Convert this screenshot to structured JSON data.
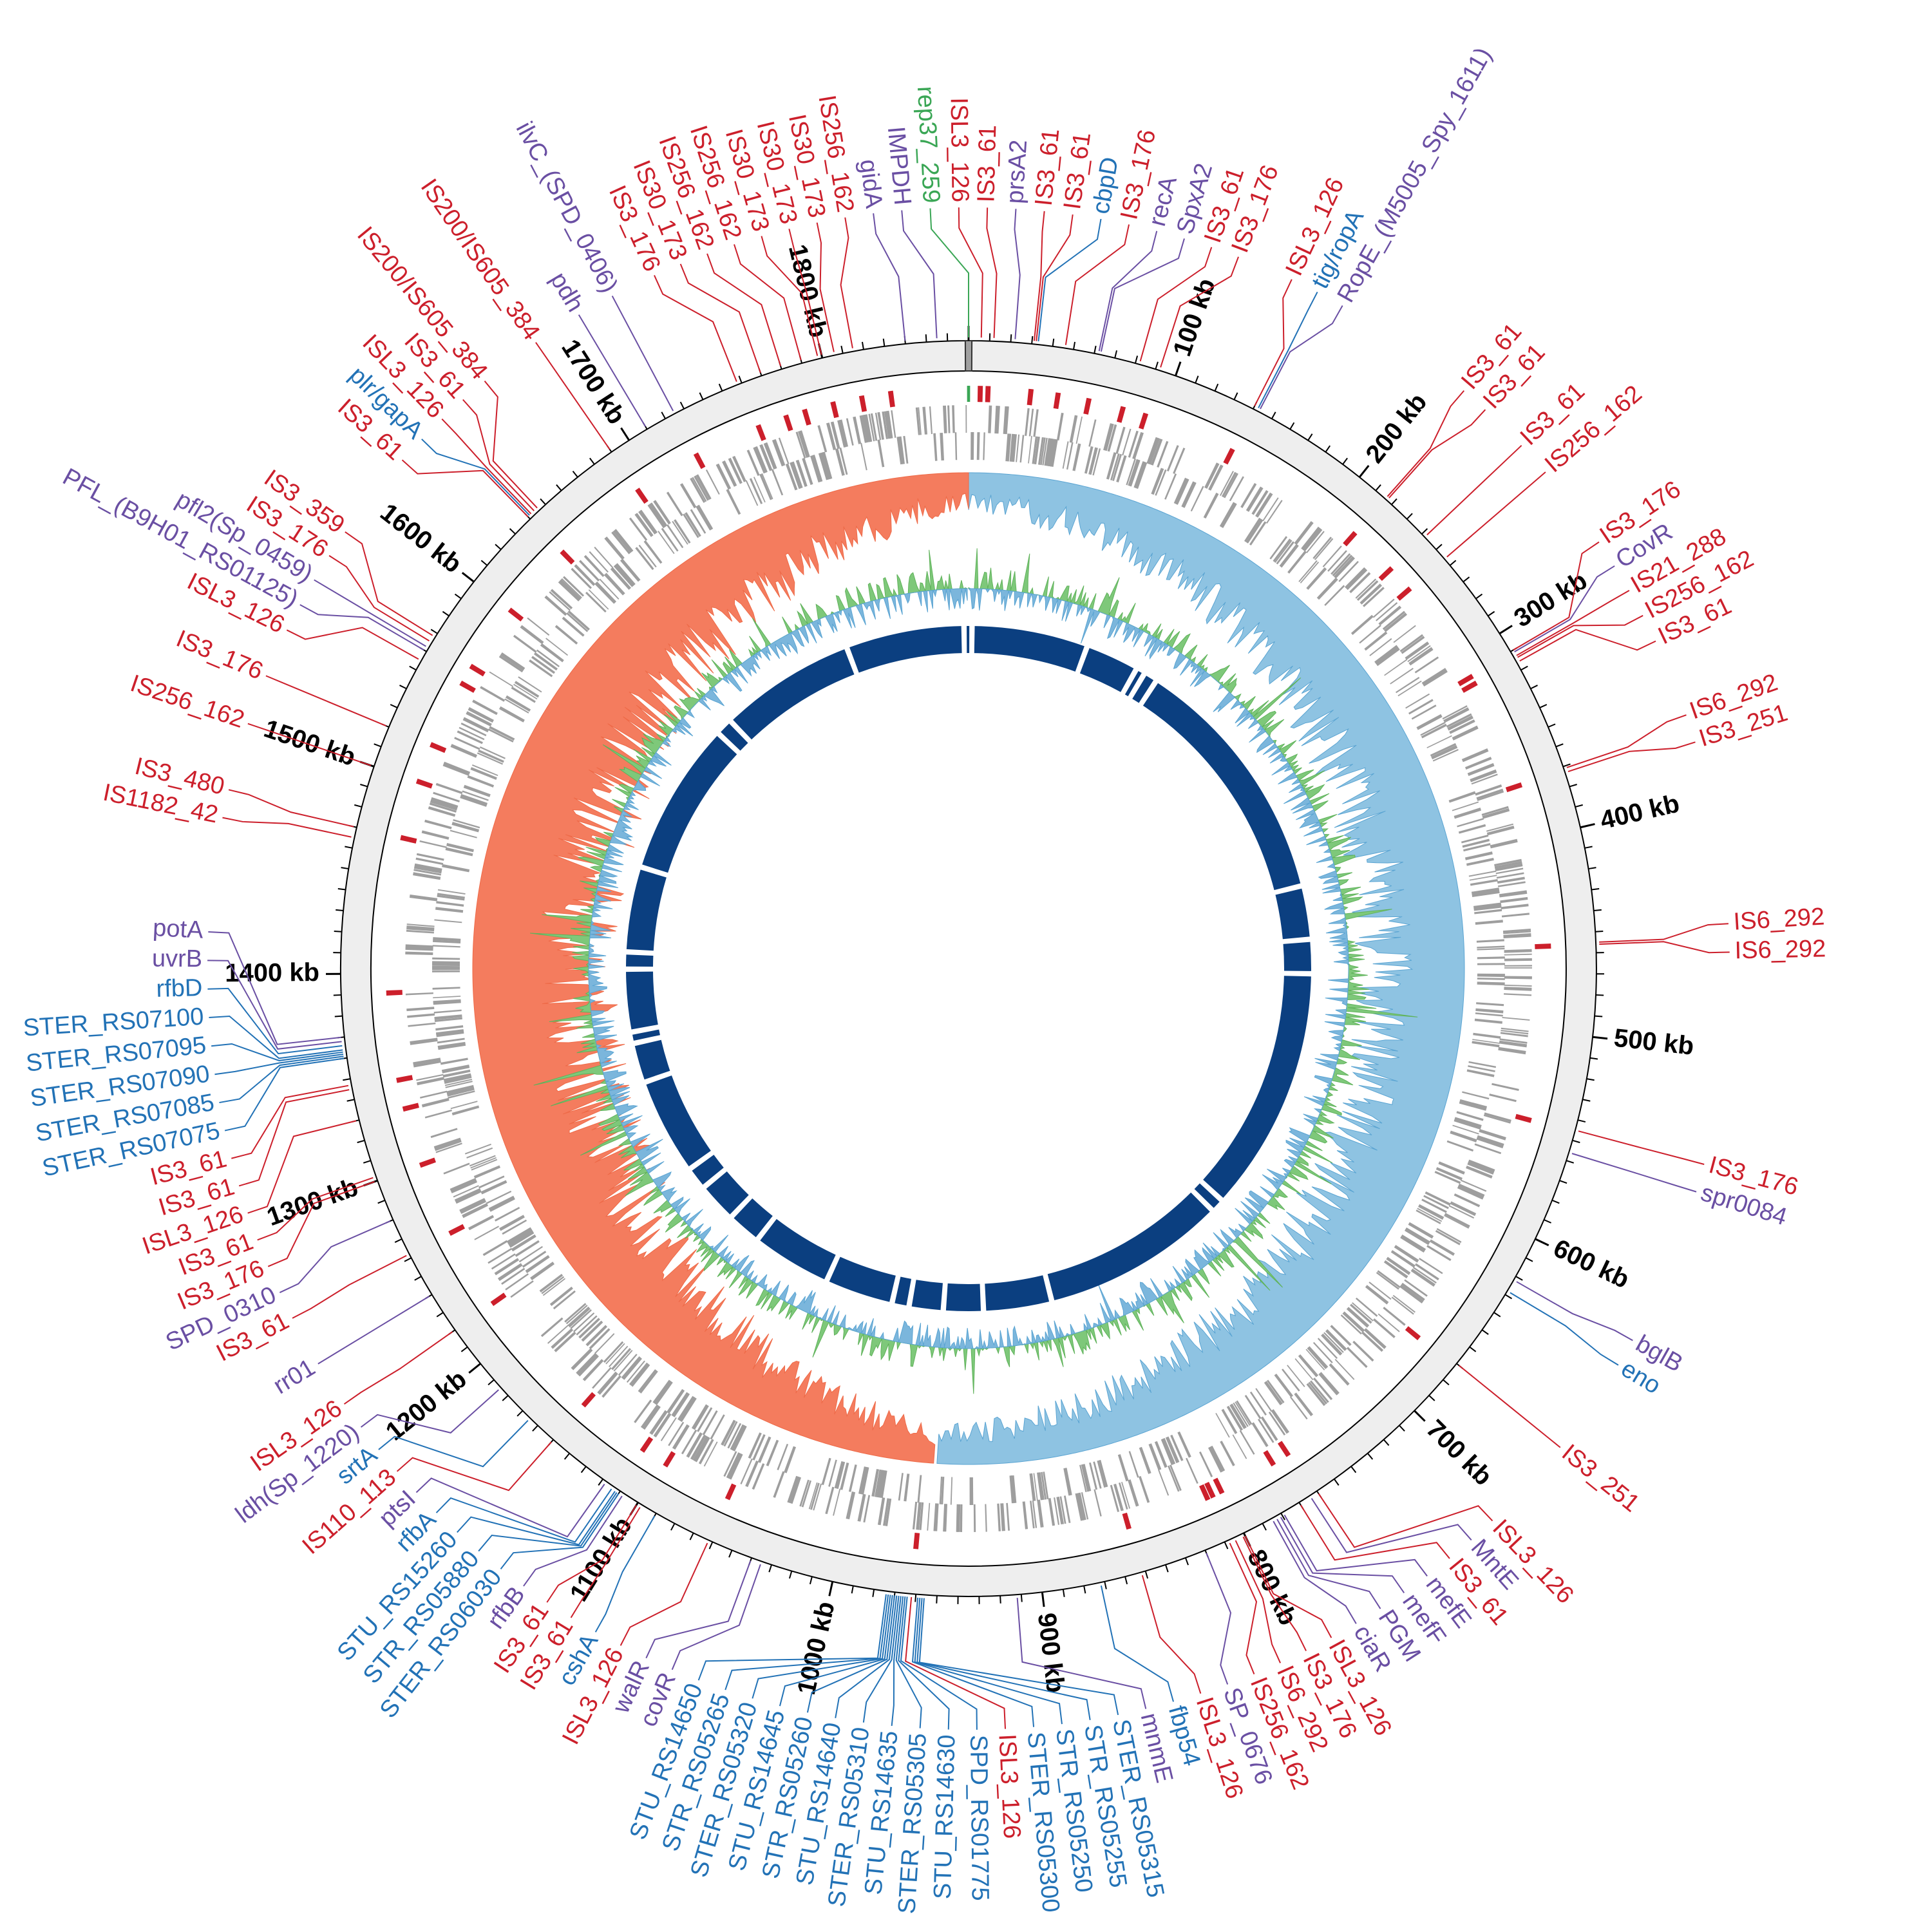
{
  "chart_data": {
    "type": "circos",
    "genome_length_kb": 1870,
    "tick_major_kb": 100,
    "tick_minor_kb": 10,
    "tick_labels": [
      "100 kb",
      "200 kb",
      "300 kb",
      "400 kb",
      "500 kb",
      "600 kb",
      "700 kb",
      "800 kb",
      "900 kb",
      "1000 kb",
      "1100 kb",
      "1200 kb",
      "1300 kb",
      "1400 kb",
      "1500 kb",
      "1600 kb",
      "1700 kb",
      "1800 kb"
    ],
    "colors": {
      "IS": "#cc1f2b",
      "gene": "#6a4fa3",
      "locus": "#2272b6",
      "plasmid": "#3aa655",
      "outer_ring": "#eeeeee",
      "genes_track": "#9e9e9e",
      "skew_positive": "#8ec3e2",
      "skew_negative": "#f47c5e",
      "gc_positive": "#7ec87a",
      "gc_negative": "#7bb6dc",
      "contigs": "#0b3f80"
    },
    "skew_switch_kb": 955,
    "contig_gaps_kb": [
      3,
      105,
      152,
      160,
      172,
      395,
      442,
      472,
      688,
      700,
      862,
      922,
      957,
      987,
      1002,
      1062,
      1132,
      1162,
      1197,
      1217,
      1302,
      1337,
      1347,
      1402,
      1417,
      1492,
      1627,
      1642,
      1762,
      1866
    ],
    "is_marks_kb": [
      6,
      10,
      32,
      46,
      62,
      80,
      92,
      140,
      216,
      242,
      256,
      311,
      315,
      372,
      456,
      546,
      672,
      762,
      771,
      801,
      806,
      809,
      852,
      962,
      1062,
      1098,
      1112,
      1150,
      1220,
      1262,
      1300,
      1330,
      1345,
      1390,
      1470,
      1500,
      1520,
      1555,
      1565,
      1600,
      1640,
      1690,
      1725,
      1760,
      1775,
      1785,
      1800,
      1815,
      1830
    ],
    "features": [
      {
        "label": "rep37_259",
        "kb": 0,
        "type": "plasmid"
      },
      {
        "label": "ISL3_126",
        "kb": 6,
        "type": "IS"
      },
      {
        "label": "IS3_61",
        "kb": 12,
        "type": "IS"
      },
      {
        "label": "prsA2",
        "kb": 22,
        "type": "gene"
      },
      {
        "label": "IS3_61",
        "kb": 31,
        "type": "IS"
      },
      {
        "label": "IS3_61",
        "kb": 32,
        "type": "IS"
      },
      {
        "label": "cbpD",
        "kb": 33,
        "type": "locus"
      },
      {
        "label": "IS3_176",
        "kb": 46,
        "type": "IS"
      },
      {
        "label": "recA",
        "kb": 62,
        "type": "gene"
      },
      {
        "label": "SpxA2",
        "kb": 63,
        "type": "gene"
      },
      {
        "label": "IS3_61",
        "kb": 82,
        "type": "IS"
      },
      {
        "label": "IS3_176",
        "kb": 92,
        "type": "IS"
      },
      {
        "label": "ISL3_126",
        "kb": 140,
        "type": "IS"
      },
      {
        "label": "tig/ropA",
        "kb": 142,
        "type": "locus"
      },
      {
        "label": "RopE_(M5005_Spy_1611)",
        "kb": 143,
        "type": "gene"
      },
      {
        "label": "IS3_61",
        "kb": 216,
        "type": "IS"
      },
      {
        "label": "IS3_61",
        "kb": 217,
        "type": "IS"
      },
      {
        "label": "IS3_61",
        "kb": 242,
        "type": "IS"
      },
      {
        "label": "IS256_162",
        "kb": 256,
        "type": "IS"
      },
      {
        "label": "IS3_176",
        "kb": 310,
        "type": "IS"
      },
      {
        "label": "CovR",
        "kb": 311,
        "type": "gene"
      },
      {
        "label": "IS21_288",
        "kb": 313,
        "type": "IS"
      },
      {
        "label": "IS256_162",
        "kb": 314,
        "type": "IS"
      },
      {
        "label": "IS3_61",
        "kb": 316,
        "type": "IS"
      },
      {
        "label": "IS6_292",
        "kb": 371,
        "type": "IS"
      },
      {
        "label": "IS3_251",
        "kb": 373,
        "type": "IS"
      },
      {
        "label": "IS6_292",
        "kb": 455,
        "type": "IS"
      },
      {
        "label": "IS6_292",
        "kb": 456,
        "type": "IS"
      },
      {
        "label": "IS3_176",
        "kb": 545,
        "type": "IS"
      },
      {
        "label": "spr0084",
        "kb": 556,
        "type": "gene"
      },
      {
        "label": "bglB",
        "kb": 622,
        "type": "gene"
      },
      {
        "label": "eno",
        "kb": 628,
        "type": "locus"
      },
      {
        "label": "IS3_251",
        "kb": 670,
        "type": "IS"
      },
      {
        "label": "ISL3_126",
        "kb": 760,
        "type": "IS"
      },
      {
        "label": "MntE",
        "kb": 764,
        "type": "gene"
      },
      {
        "label": "IS3_61",
        "kb": 770,
        "type": "IS"
      },
      {
        "label": "mefE",
        "kb": 779,
        "type": "gene"
      },
      {
        "label": "mefF",
        "kb": 781,
        "type": "gene"
      },
      {
        "label": "PGM",
        "kb": 783,
        "type": "gene"
      },
      {
        "label": "ciaR",
        "kb": 785,
        "type": "gene"
      },
      {
        "label": "ISL3_126",
        "kb": 800,
        "type": "IS"
      },
      {
        "label": "IS3_176",
        "kb": 801,
        "type": "IS"
      },
      {
        "label": "IS6_292",
        "kb": 805,
        "type": "IS"
      },
      {
        "label": "IS256_162",
        "kb": 808,
        "type": "IS"
      },
      {
        "label": "SP_0676",
        "kb": 820,
        "type": "gene"
      },
      {
        "label": "ISL3_126",
        "kb": 852,
        "type": "IS"
      },
      {
        "label": "fbp54",
        "kb": 872,
        "type": "locus"
      },
      {
        "label": "mnmE",
        "kb": 912,
        "type": "gene"
      },
      {
        "label": "STER_RS05315",
        "kb": 956,
        "type": "locus"
      },
      {
        "label": "STR_RS05255",
        "kb": 957,
        "type": "locus"
      },
      {
        "label": "STR_RS05250",
        "kb": 958,
        "type": "locus"
      },
      {
        "label": "STER_RS05300",
        "kb": 959,
        "type": "locus"
      },
      {
        "label": "ISL3_126",
        "kb": 962,
        "type": "IS"
      },
      {
        "label": "SPD_RS01775",
        "kb": 964,
        "type": "locus"
      },
      {
        "label": "STU_RS14630",
        "kb": 965,
        "type": "locus"
      },
      {
        "label": "STER_RS05305",
        "kb": 966,
        "type": "locus"
      },
      {
        "label": "STU_RS14635",
        "kb": 967,
        "type": "locus"
      },
      {
        "label": "STER_RS05310",
        "kb": 968,
        "type": "locus"
      },
      {
        "label": "STU_RS14640",
        "kb": 969,
        "type": "locus"
      },
      {
        "label": "STR_RS05260",
        "kb": 970,
        "type": "locus"
      },
      {
        "label": "STU_RS14645",
        "kb": 971,
        "type": "locus"
      },
      {
        "label": "STER_RS05320",
        "kb": 972,
        "type": "locus"
      },
      {
        "label": "STR_RS05265",
        "kb": 973,
        "type": "locus"
      },
      {
        "label": "STU_RS14650",
        "kb": 974,
        "type": "locus"
      },
      {
        "label": "covR",
        "kb": 1035,
        "type": "gene"
      },
      {
        "label": "walR",
        "kb": 1040,
        "type": "gene"
      },
      {
        "label": "ISL3_126",
        "kb": 1062,
        "type": "IS"
      },
      {
        "label": "cshA",
        "kb": 1090,
        "type": "locus"
      },
      {
        "label": "IS3_61",
        "kb": 1098,
        "type": "IS"
      },
      {
        "label": "IS3_61",
        "kb": 1100,
        "type": "IS"
      },
      {
        "label": "rfbB",
        "kb": 1108,
        "type": "gene"
      },
      {
        "label": "STER_RS06030",
        "kb": 1110,
        "type": "locus"
      },
      {
        "label": "STR_RS05880",
        "kb": 1111,
        "type": "locus"
      },
      {
        "label": "STU_RS15260",
        "kb": 1112,
        "type": "locus"
      },
      {
        "label": "rfbA",
        "kb": 1114,
        "type": "locus"
      },
      {
        "label": "ptsI",
        "kb": 1118,
        "type": "gene"
      },
      {
        "label": "IS110_113",
        "kb": 1150,
        "type": "IS"
      },
      {
        "label": "srtA",
        "kb": 1165,
        "type": "locus"
      },
      {
        "label": "ldh(Sp_1220)",
        "kb": 1185,
        "type": "gene"
      },
      {
        "label": "ISL3_126",
        "kb": 1220,
        "type": "IS"
      },
      {
        "label": "rr01",
        "kb": 1240,
        "type": "gene"
      },
      {
        "label": "IS3_61",
        "kb": 1262,
        "type": "IS"
      },
      {
        "label": "SPD_0310",
        "kb": 1280,
        "type": "gene"
      },
      {
        "label": "IS3_176",
        "kb": 1300,
        "type": "IS"
      },
      {
        "label": "IS3_61",
        "kb": 1302,
        "type": "IS"
      },
      {
        "label": "ISL3_126",
        "kb": 1330,
        "type": "IS"
      },
      {
        "label": "IS3_61",
        "kb": 1345,
        "type": "IS"
      },
      {
        "label": "IS3_61",
        "kb": 1347,
        "type": "IS"
      },
      {
        "label": "STER_RS07075",
        "kb": 1360,
        "type": "locus"
      },
      {
        "label": "STER_RS07085",
        "kb": 1361,
        "type": "locus"
      },
      {
        "label": "STER_RS07090",
        "kb": 1362,
        "type": "locus"
      },
      {
        "label": "STER_RS07095",
        "kb": 1363,
        "type": "locus"
      },
      {
        "label": "STER_RS07100",
        "kb": 1364,
        "type": "locus"
      },
      {
        "label": "rfbD",
        "kb": 1366,
        "type": "locus"
      },
      {
        "label": "uvrB",
        "kb": 1368,
        "type": "gene"
      },
      {
        "label": "potA",
        "kb": 1370,
        "type": "gene"
      },
      {
        "label": "IS1182_42",
        "kb": 1465,
        "type": "IS"
      },
      {
        "label": "IS3_480",
        "kb": 1470,
        "type": "IS"
      },
      {
        "label": "IS256_162",
        "kb": 1500,
        "type": "IS"
      },
      {
        "label": "IS3_176",
        "kb": 1520,
        "type": "IS"
      },
      {
        "label": "ISL3_126",
        "kb": 1555,
        "type": "IS"
      },
      {
        "label": "PFL_(B9H01_RS01125)",
        "kb": 1560,
        "type": "gene"
      },
      {
        "label": "pfl2(Sp_0459)",
        "kb": 1562,
        "type": "gene"
      },
      {
        "label": "IS3_176",
        "kb": 1565,
        "type": "IS"
      },
      {
        "label": "IS3_359",
        "kb": 1568,
        "type": "IS"
      },
      {
        "label": "IS3_61",
        "kb": 1640,
        "type": "IS"
      },
      {
        "label": "plr/gapA",
        "kb": 1641,
        "type": "locus"
      },
      {
        "label": "ISL3_126",
        "kb": 1642,
        "type": "IS"
      },
      {
        "label": "IS3_61",
        "kb": 1644,
        "type": "IS"
      },
      {
        "label": "IS200/IS605_384",
        "kb": 1646,
        "type": "IS"
      },
      {
        "label": "IS200/IS605_384",
        "kb": 1690,
        "type": "IS"
      },
      {
        "label": "pdh",
        "kb": 1710,
        "type": "gene"
      },
      {
        "label": "ilvC_(SPD_0406)",
        "kb": 1725,
        "type": "gene"
      },
      {
        "label": "IS3_176",
        "kb": 1758,
        "type": "IS"
      },
      {
        "label": "IS30_173",
        "kb": 1770,
        "type": "IS"
      },
      {
        "label": "IS256_162",
        "kb": 1780,
        "type": "IS"
      },
      {
        "label": "IS256_162",
        "kb": 1790,
        "type": "IS"
      },
      {
        "label": "IS30_173",
        "kb": 1798,
        "type": "IS"
      },
      {
        "label": "IS30_173",
        "kb": 1800,
        "type": "IS"
      },
      {
        "label": "IS30_173",
        "kb": 1806,
        "type": "IS"
      },
      {
        "label": "IS256_162",
        "kb": 1815,
        "type": "IS"
      },
      {
        "label": "gidA",
        "kb": 1840,
        "type": "gene"
      },
      {
        "label": "IMPDH",
        "kb": 1855,
        "type": "gene"
      }
    ]
  }
}
